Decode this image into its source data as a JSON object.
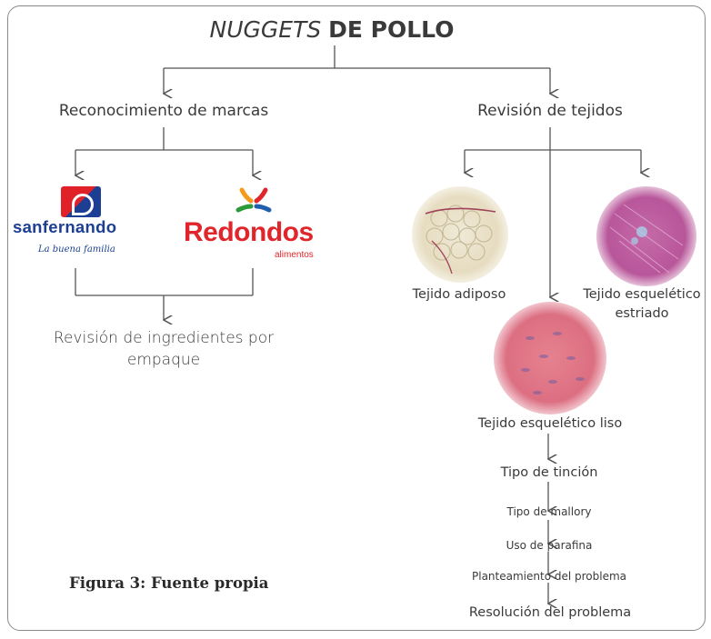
{
  "title": {
    "italic": "NUGGETS",
    "bold": "DE POLLO"
  },
  "left_branch": {
    "label": "Reconocimiento de marcas",
    "brands": [
      {
        "name": "sanfernando",
        "word": "sanfernando",
        "tagline": "La buena familia",
        "colors": [
          "#e02228",
          "#1c3f94"
        ]
      },
      {
        "name": "redondos",
        "word": "Redondos",
        "tagline": "alimentos",
        "colors": [
          "#e0262b",
          "#f59a1b",
          "#2a9a3b",
          "#1f5fae"
        ]
      }
    ],
    "result_line1": "Revisión de ingredientes por",
    "result_line2": "empaque"
  },
  "right_branch": {
    "label": "Revisión de tejidos",
    "tissues": {
      "adipose": "Tejido adiposo",
      "striated_line1": "Tejido esquelético",
      "striated_line2": "estriado",
      "smooth": "Tejido esquelético liso"
    },
    "steps": [
      "Tipo de tinción",
      "Tipo de mallory",
      "Uso de parafina",
      "Planteamiento del problema",
      "Resolución del problema"
    ]
  },
  "caption": "Figura 3: Fuente propia",
  "colors": {
    "line": "#555555",
    "frame": "#8a8a8a"
  }
}
